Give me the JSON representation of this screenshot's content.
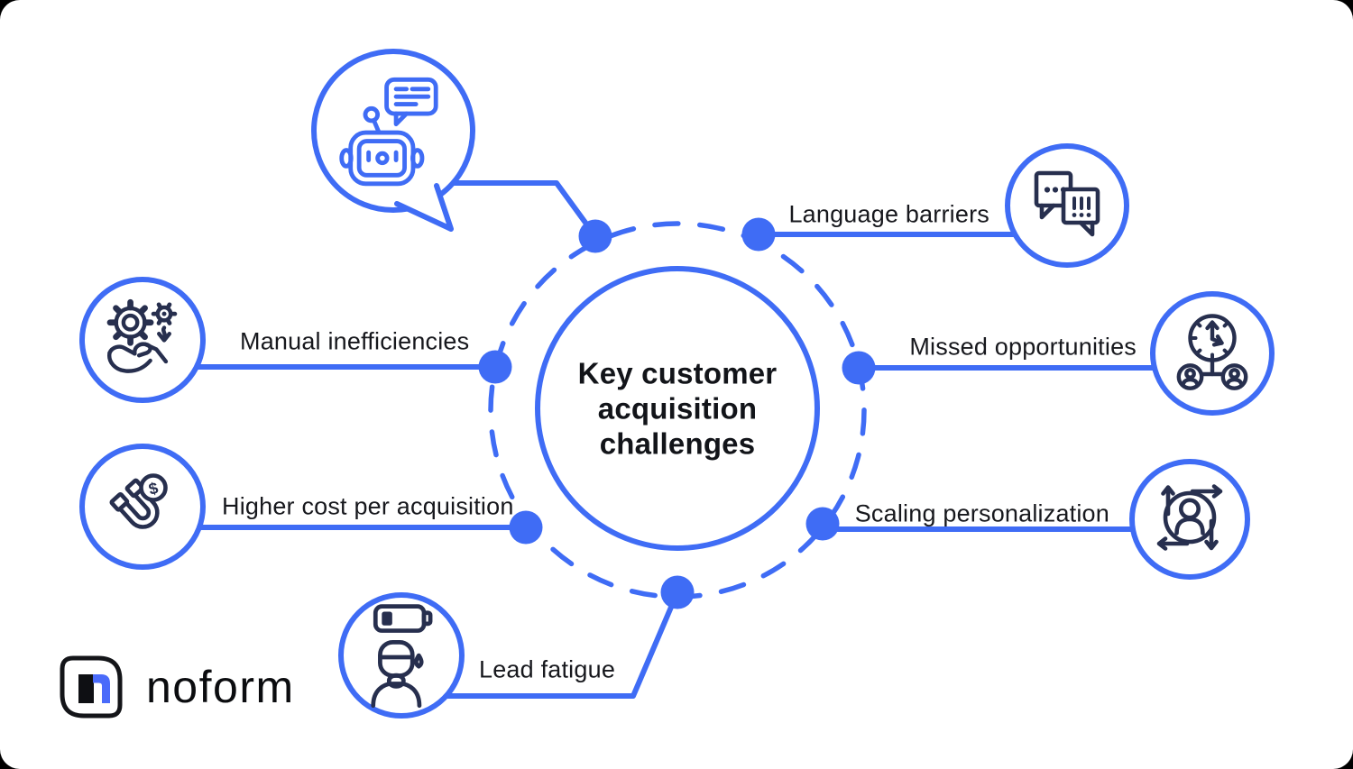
{
  "colors": {
    "accent_blue": "#3F6CF5",
    "icon_navy": "#272F4E",
    "label_text": "#17181D",
    "background": "#FFFFFF"
  },
  "center": {
    "title_lines": [
      "Key customer",
      "acquisition",
      "challenges"
    ]
  },
  "nodes": [
    {
      "id": "manual-inefficiencies",
      "label": "Manual inefficiencies",
      "icon": "hand-gears-icon"
    },
    {
      "id": "higher-cost-per-acquisition",
      "label": "Higher cost per acquisition",
      "icon": "magnet-dollar-icon"
    },
    {
      "id": "lead-fatigue",
      "label": "Lead fatigue",
      "icon": "tired-person-low-battery-icon"
    },
    {
      "id": "language-barriers",
      "label": "Language barriers",
      "icon": "speech-bubbles-icon"
    },
    {
      "id": "missed-opportunities",
      "label": "Missed opportunities",
      "icon": "clock-contacts-icon"
    },
    {
      "id": "scaling-personalization",
      "label": "Scaling personalization",
      "icon": "person-expand-arrows-icon"
    }
  ],
  "chatbot": {
    "icon": "chatbot-speech-bubble-icon"
  },
  "icons": {
    "dollar_symbol": "$"
  },
  "logo": {
    "text": "noform"
  }
}
